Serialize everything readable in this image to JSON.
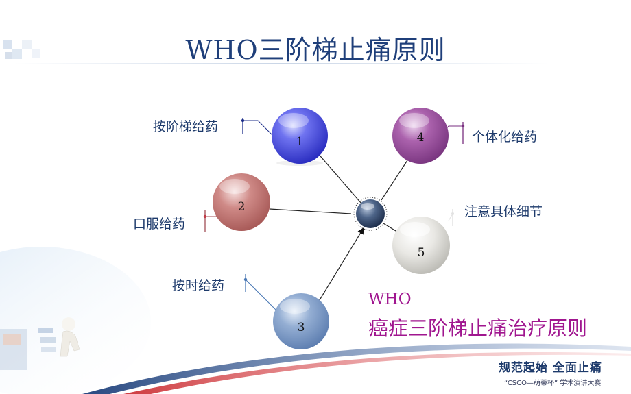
{
  "slide": {
    "title": "WHO三阶梯止痛原则",
    "nodes": [
      {
        "number": "1",
        "label": "按阶梯给药",
        "color": "#4a4ee6"
      },
      {
        "number": "2",
        "label": "口服给药",
        "color": "#c57a78"
      },
      {
        "number": "3",
        "label": "按时给药",
        "color": "#7f9cc7"
      },
      {
        "number": "4",
        "label": "个体化给药",
        "color": "#9b4c9c"
      },
      {
        "number": "5",
        "label": "注意具体细节",
        "color": "#d7d6d2"
      }
    ],
    "subtitle_line1": "WHO",
    "subtitle_line2": "癌症三阶梯止痛治疗原则",
    "footer_main": "规范起始  全面止痛",
    "footer_sub": "“CSCO—萌蒂杯” 学术演讲大赛"
  }
}
